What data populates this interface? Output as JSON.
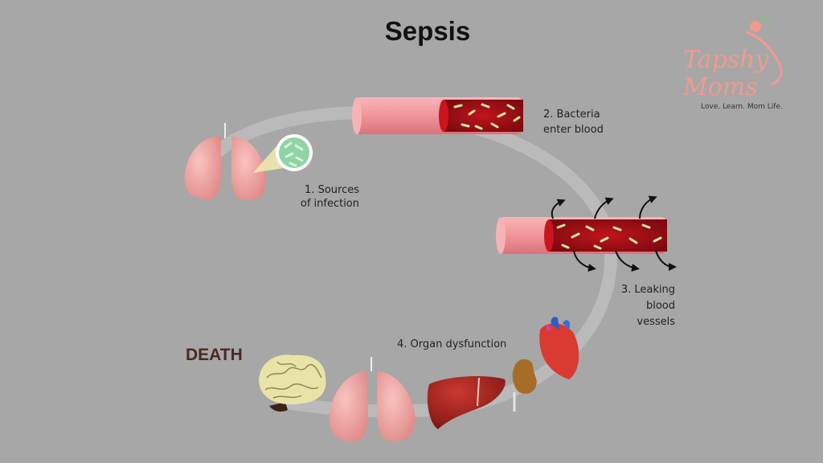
{
  "title": "Sepsis",
  "death_label": "DEATH",
  "steps": [
    {
      "label": "1. Sources\nof infection"
    },
    {
      "label": "2. Bacteria\nenter blood"
    },
    {
      "label": "3. Leaking\nblood\nvessels"
    },
    {
      "label": "4. Organ dysfunction"
    }
  ],
  "logo": {
    "name": "Tapshy\n      Moms",
    "tagline": "Love. Learn. Mom Life."
  },
  "colors": {
    "background": "#a7a7a7",
    "vessel": "#f1939a",
    "blood": "#a30f17",
    "bacteria": "#cfe3a3",
    "organ_pink": "#f2a6a4",
    "liver": "#a9241e",
    "brain": "#e8e4a8",
    "death": "#4a2a22",
    "logo": "#f19a8f"
  }
}
